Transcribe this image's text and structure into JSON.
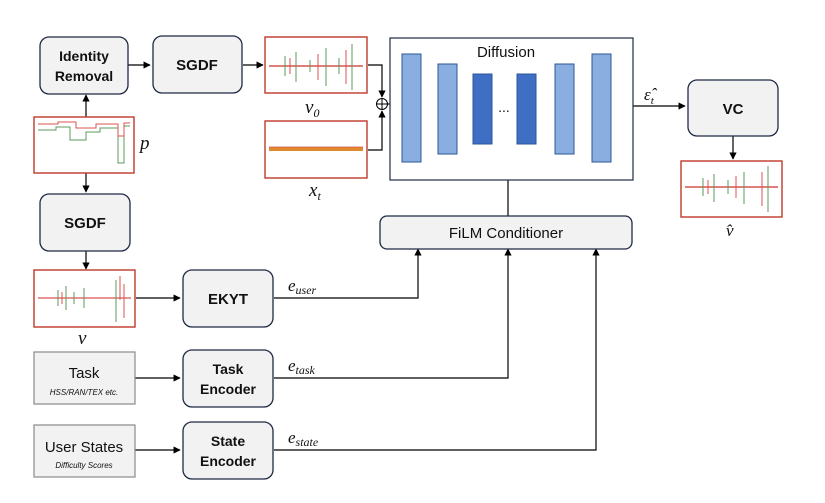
{
  "colors": {
    "box_fill": "#f2f2f2",
    "box_stroke": "#1f2a44",
    "signal_frame": "#c0392b",
    "trace_red": "#d9534f",
    "trace_green": "#5c9a5c",
    "trace_orange": "#e08a2e",
    "layer_dark": "#3f6fc4",
    "layer_light": "#8aaee0",
    "layer_stroke": "#2e5597",
    "arrow": "#000000"
  },
  "nodes": {
    "identity_removal": {
      "line1": "Identity",
      "line2": "Removal"
    },
    "sgdf_top": {
      "label": "SGDF"
    },
    "sgdf_left": {
      "label": "SGDF"
    },
    "diffusion": {
      "label": "Diffusion",
      "dots": "..."
    },
    "vc": {
      "label": "VC"
    },
    "film": {
      "label": "FiLM Conditioner"
    },
    "ekyt": {
      "label": "EKYT"
    },
    "task_encoder": {
      "line1": "Task",
      "line2": "Encoder"
    },
    "state_encoder": {
      "line1": "State",
      "line2": "Encoder"
    },
    "task_input": {
      "label": "Task",
      "sublabel": "HSS/RAN/TEX etc."
    },
    "user_states_input": {
      "label": "User States",
      "sublabel": "Difficulty Scores"
    }
  },
  "math_labels": {
    "v0_base": "v",
    "v0_sub": "0",
    "xt_base": "x",
    "xt_sub": "t",
    "p": "p",
    "v": "v",
    "v_hat": "v̂",
    "eps_hat_base": "ε̂",
    "eps_hat_sub": "t",
    "e_user_base": "e",
    "e_user_sub": "user",
    "e_task_base": "e",
    "e_task_sub": "task",
    "e_state_base": "e",
    "e_state_sub": "state",
    "sum_symbol": "⊕"
  }
}
